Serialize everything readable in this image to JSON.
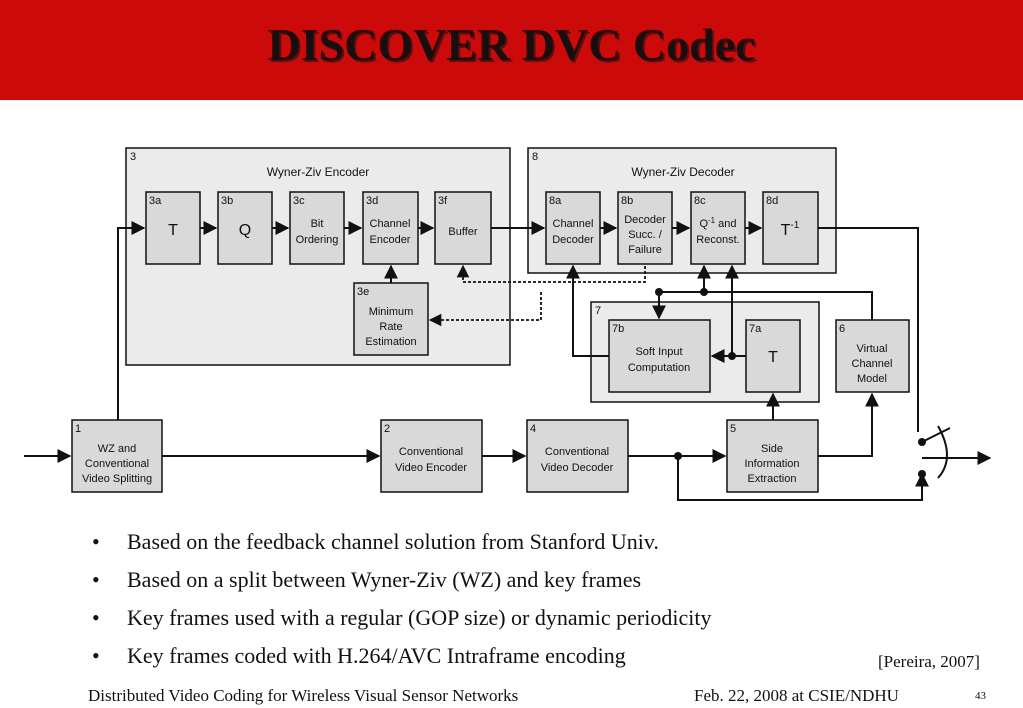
{
  "title": "DISCOVER DVC Codec",
  "diagram": {
    "encoder": {
      "num": "3",
      "label": "Wyner-Ziv Encoder"
    },
    "decoder": {
      "num": "8",
      "label": "Wyner-Ziv Decoder"
    },
    "group7": {
      "num": "7"
    },
    "blocks": {
      "b3a": {
        "num": "3a",
        "line1": "T"
      },
      "b3b": {
        "num": "3b",
        "line1": "Q"
      },
      "b3c": {
        "num": "3c",
        "line1": "Bit",
        "line2": "Ordering"
      },
      "b3d": {
        "num": "3d",
        "line1": "Channel",
        "line2": "Encoder"
      },
      "b3f": {
        "num": "3f",
        "line1": "Buffer"
      },
      "b3e": {
        "num": "3e",
        "line1": "Minimum",
        "line2": "Rate",
        "line3": "Estimation"
      },
      "b8a": {
        "num": "8a",
        "line1": "Channel",
        "line2": "Decoder"
      },
      "b8b": {
        "num": "8b",
        "line1": "Decoder",
        "line2": "Succ. /",
        "line3": "Failure"
      },
      "b8c": {
        "num": "8c",
        "line1": "Q",
        "line1_sup": "-1",
        "line1_rest": " and",
        "line2": "Reconst."
      },
      "b8d": {
        "num": "8d",
        "line1": "T",
        "line1_sup": "-1"
      },
      "b7b": {
        "num": "7b",
        "line1": "Soft Input",
        "line2": "Computation"
      },
      "b7a": {
        "num": "7a",
        "line1": "T"
      },
      "b6": {
        "num": "6",
        "line1": "Virtual",
        "line2": "Channel",
        "line3": "Model"
      },
      "b1": {
        "num": "1",
        "line1": "WZ and",
        "line2": "Conventional",
        "line3": "Video Splitting"
      },
      "b2": {
        "num": "2",
        "line1": "Conventional",
        "line2": "Video Encoder"
      },
      "b4": {
        "num": "4",
        "line1": "Conventional",
        "line2": "Video Decoder"
      },
      "b5": {
        "num": "5",
        "line1": "Side",
        "line2": "Information",
        "line3": "Extraction"
      }
    }
  },
  "bullets": [
    "Based on the feedback channel solution from Stanford Univ.",
    "Based on a split between Wyner-Ziv (WZ) and key frames",
    "Key frames used with a regular (GOP size) or dynamic periodicity",
    "Key frames coded with H.264/AVC Intraframe encoding"
  ],
  "bullet_symbol": "•",
  "citation": "[Pereira, 2007]",
  "footer": {
    "left": "Distributed Video Coding for Wireless Visual Sensor Networks",
    "middle": "Feb. 22, 2008 at CSIE/NDHU",
    "page": "43"
  },
  "colors": {
    "title_bar": "#cc0a0a",
    "block_fill": "#d9d9d9",
    "group_fill": "#ebebeb"
  }
}
